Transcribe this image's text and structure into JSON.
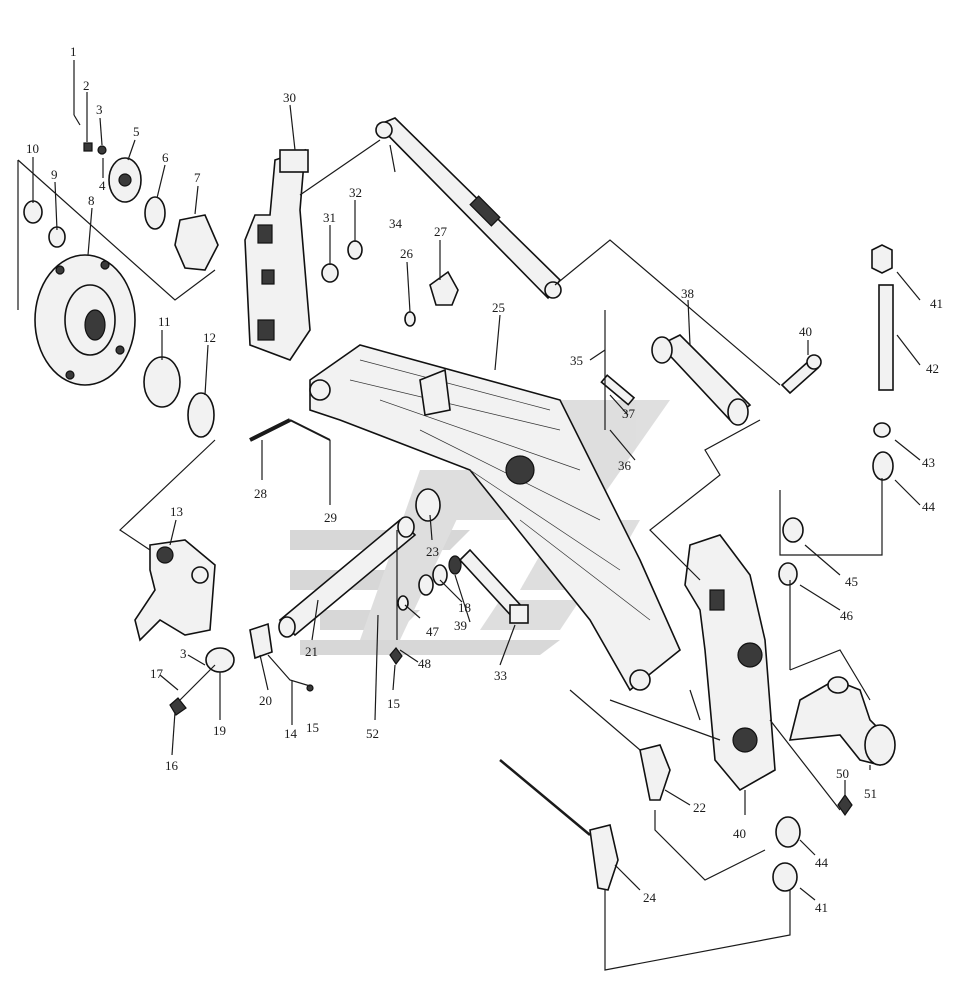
{
  "labels": [
    "1",
    "2",
    "3",
    "4",
    "5",
    "6",
    "7",
    "8",
    "9",
    "10",
    "11",
    "12",
    "13",
    "3",
    "17",
    "16",
    "19",
    "20",
    "14",
    "15",
    "21",
    "52",
    "47",
    "18",
    "39",
    "23",
    "48",
    "15",
    "33",
    "28",
    "29",
    "26",
    "27",
    "25",
    "30",
    "31",
    "32",
    "34",
    "35",
    "37",
    "36",
    "38",
    "40",
    "41",
    "42",
    "43",
    "44",
    "45",
    "46",
    "22",
    "24",
    "40",
    "44",
    "41",
    "50",
    "51"
  ],
  "watermark_color": "#b8b8b8",
  "line_color": "#1a1a1a"
}
